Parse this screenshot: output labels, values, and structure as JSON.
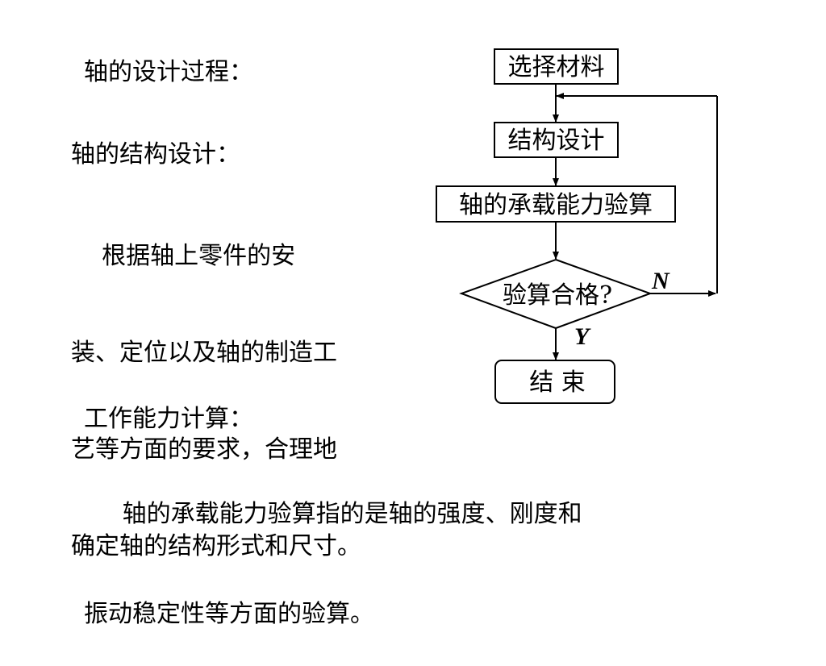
{
  "slide": {
    "design_process_title": "轴的设计过程：",
    "structure_design": {
      "title": "轴的结构设计：",
      "lines": [
        "    根据轴上零件的安",
        "装、定位以及轴的制造工",
        "艺等方面的要求，合理地",
        "确定轴的结构形式和尺寸。"
      ]
    },
    "work_capacity": {
      "title": "工作能力计算：",
      "lines": [
        "     轴的承载能力验算指的是轴的强度、刚度和",
        "振动稳定性等方面的验算。"
      ]
    }
  },
  "flowchart": {
    "nodes": {
      "select_material": "选择材料",
      "structure_design": "结构设计",
      "capacity_check": "轴的承载能力验算",
      "check_pass": "验算合格?",
      "end": "结 束"
    },
    "edge_labels": {
      "no": "N",
      "yes": "Y"
    }
  }
}
